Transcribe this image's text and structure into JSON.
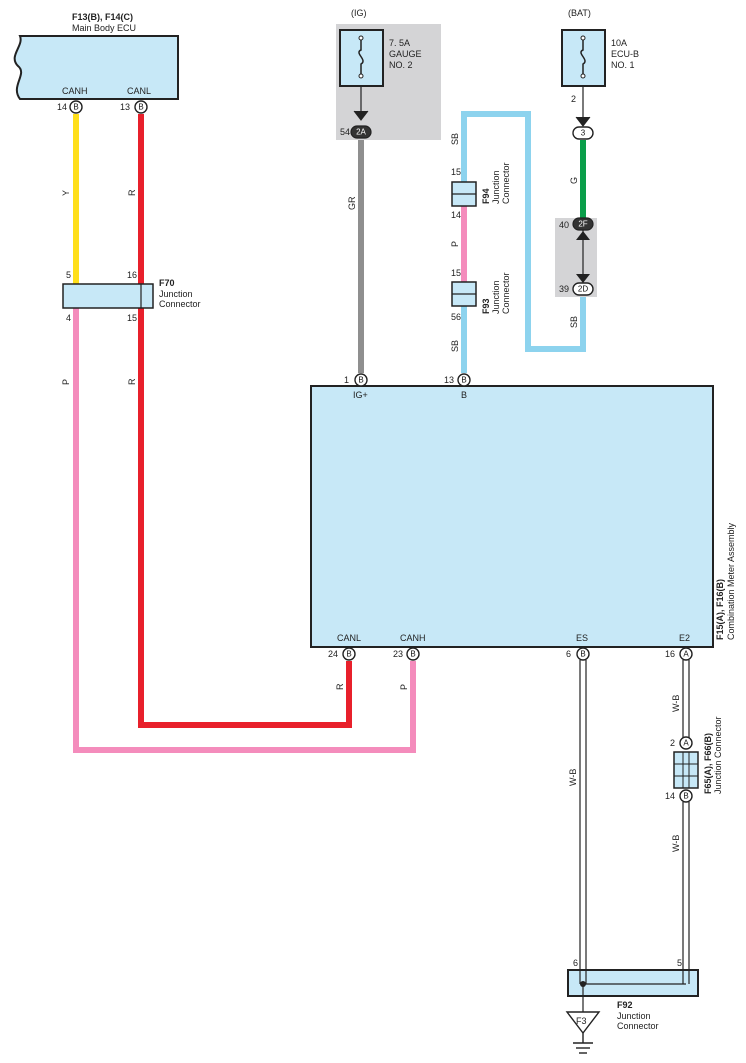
{
  "ecu": {
    "title": "F13(B), F14(C)",
    "name": "Main Body ECU",
    "pins": [
      {
        "label": "CANH",
        "num": "14",
        "conn": "B"
      },
      {
        "label": "CANL",
        "num": "13",
        "conn": "B"
      }
    ]
  },
  "fuse_ig": {
    "source": "(IG)",
    "rating": "7. 5A",
    "name1": "GAUGE",
    "name2": "NO. 2",
    "pin_num": "54",
    "pin_conn": "2A"
  },
  "fuse_bat": {
    "source": "(BAT)",
    "rating": "10A",
    "name1": "ECU-B",
    "name2": "NO. 1",
    "pin_num": "2",
    "pin_conn": "3",
    "j1_num": "40",
    "j1_conn": "2F",
    "j2_num": "39",
    "j2_conn": "2D"
  },
  "f70": {
    "id": "F70",
    "name1": "Junction",
    "name2": "Connector",
    "pins": [
      "5",
      "16",
      "4",
      "15"
    ]
  },
  "f94": {
    "id": "F94",
    "name1": "Junction",
    "name2": "Connector",
    "pin_top": "15",
    "pin_bottom": "14"
  },
  "f93": {
    "id": "F93",
    "name1": "Junction",
    "name2": "Connector",
    "pin_top": "15",
    "pin_bottom": "56"
  },
  "meter": {
    "title": "F15(A), F16(B)",
    "name": "Combination Meter Assembly",
    "top_pins": [
      {
        "label": "IG+",
        "num": "1",
        "conn": "B"
      },
      {
        "label": "B",
        "num": "13",
        "conn": "B"
      }
    ],
    "bottom_pins": [
      {
        "label": "CANL",
        "num": "24",
        "conn": "B"
      },
      {
        "label": "CANH",
        "num": "23",
        "conn": "B"
      },
      {
        "label": "ES",
        "num": "6",
        "conn": "B"
      },
      {
        "label": "E2",
        "num": "16",
        "conn": "A"
      }
    ]
  },
  "f65": {
    "id": "F65(A), F66(B)",
    "name": "Junction Connector",
    "pin_top_num": "2",
    "pin_top_conn": "A",
    "pin_bottom_num": "14",
    "pin_bottom_conn": "B"
  },
  "f92": {
    "id": "F92",
    "name1": "Junction",
    "name2": "Connector",
    "pin_left": "6",
    "pin_right": "5"
  },
  "ground": {
    "label": "F3"
  },
  "wires": {
    "y": "Y",
    "r": "R",
    "p": "P",
    "gr": "GR",
    "sb": "SB",
    "g": "G",
    "wb": "W-B"
  },
  "colors": {
    "yellow": "#ffdf1a",
    "red": "#e8202b",
    "pink": "#f48cbc",
    "gray": "#8f8f8f",
    "sky": "#8dd3ee",
    "green": "#0a9e4a",
    "box_fill": "#c7e8f7",
    "shade": "#d4d4d6"
  }
}
